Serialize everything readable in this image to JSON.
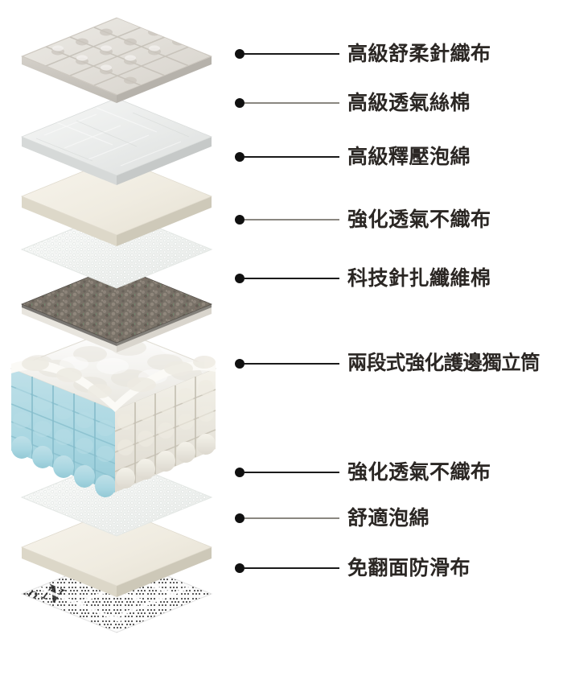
{
  "diagram": {
    "title": "Mattress layer construction (exploded view)",
    "background_color": "#ffffff",
    "dot_color": "#101010",
    "text_color": "#2b2724",
    "line_color_dark": "#1a1a1a",
    "line_color_grey": "#8a8780"
  },
  "labels": [
    {
      "id": "premium-knit-fabric",
      "text": "高級舒柔針織布",
      "line_style": "dark"
    },
    {
      "id": "premium-breathable-silk-cotton",
      "text": "高級透氣絲棉",
      "line_style": "grey"
    },
    {
      "id": "premium-pressure-relief-foam",
      "text": "高級釋壓泡綿",
      "line_style": "dark"
    },
    {
      "id": "reinforced-breathable-nonwoven-top",
      "text": "強化透氣不織布",
      "line_style": "grey"
    },
    {
      "id": "tech-needle-punched-fiber-cotton",
      "text": "科技針扎纖維棉",
      "line_style": "dark"
    },
    {
      "id": "two-stage-reinforced-edge-pocket-spring",
      "text": "兩段式強化護邊獨立筒",
      "line_style": "dark"
    },
    {
      "id": "reinforced-breathable-nonwoven-bottom",
      "text": "強化透氣不織布",
      "line_style": "dark"
    },
    {
      "id": "comfort-foam",
      "text": "舒適泡綿",
      "line_style": "grey"
    },
    {
      "id": "no-flip-anti-slip-fabric",
      "text": "免翻面防滑布",
      "line_style": "dark"
    }
  ],
  "layers": [
    {
      "id": "quilted-knit-top",
      "name": "quilted knit top panel",
      "color": "#e2dfda"
    },
    {
      "id": "silk-cotton-pad",
      "name": "silk cotton pad",
      "color": "#eeeeec"
    },
    {
      "id": "pressure-relief-foam",
      "name": "pressure relief foam",
      "color": "#f2efe6"
    },
    {
      "id": "nonwoven-sheet-top",
      "name": "breathable non-woven sheet",
      "color": "#f4f5f3"
    },
    {
      "id": "fiber-cotton-pad",
      "name": "needle punched fiber pad",
      "color": "#7d746c"
    },
    {
      "id": "pocket-spring-unit",
      "name": "pocket spring unit",
      "color": "#aad8e2"
    },
    {
      "id": "nonwoven-sheet-bottom",
      "name": "breathable non-woven sheet",
      "color": "#f4f5f3"
    },
    {
      "id": "comfort-foam-slab",
      "name": "comfort foam slab",
      "color": "#f2efe6"
    },
    {
      "id": "anti-slip-base",
      "name": "anti-slip base fabric",
      "color": "#f7f7f7"
    }
  ]
}
